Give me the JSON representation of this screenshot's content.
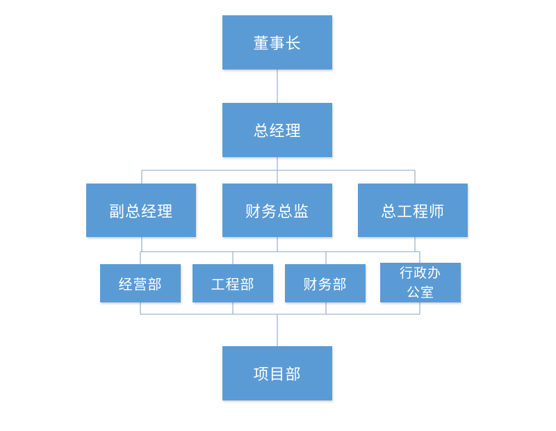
{
  "org_chart": {
    "chairman": "董事长",
    "general_manager": "总经理",
    "executives": [
      "副总经理",
      "财务总监",
      "总工程师"
    ],
    "departments": [
      "经营部",
      "工程部",
      "财务部",
      "行政办\n公室"
    ],
    "project": "项目部"
  },
  "colors": {
    "box_fill": "#5b9bd5",
    "box_text": "#ffffff",
    "connector": "#9fb4cc"
  }
}
